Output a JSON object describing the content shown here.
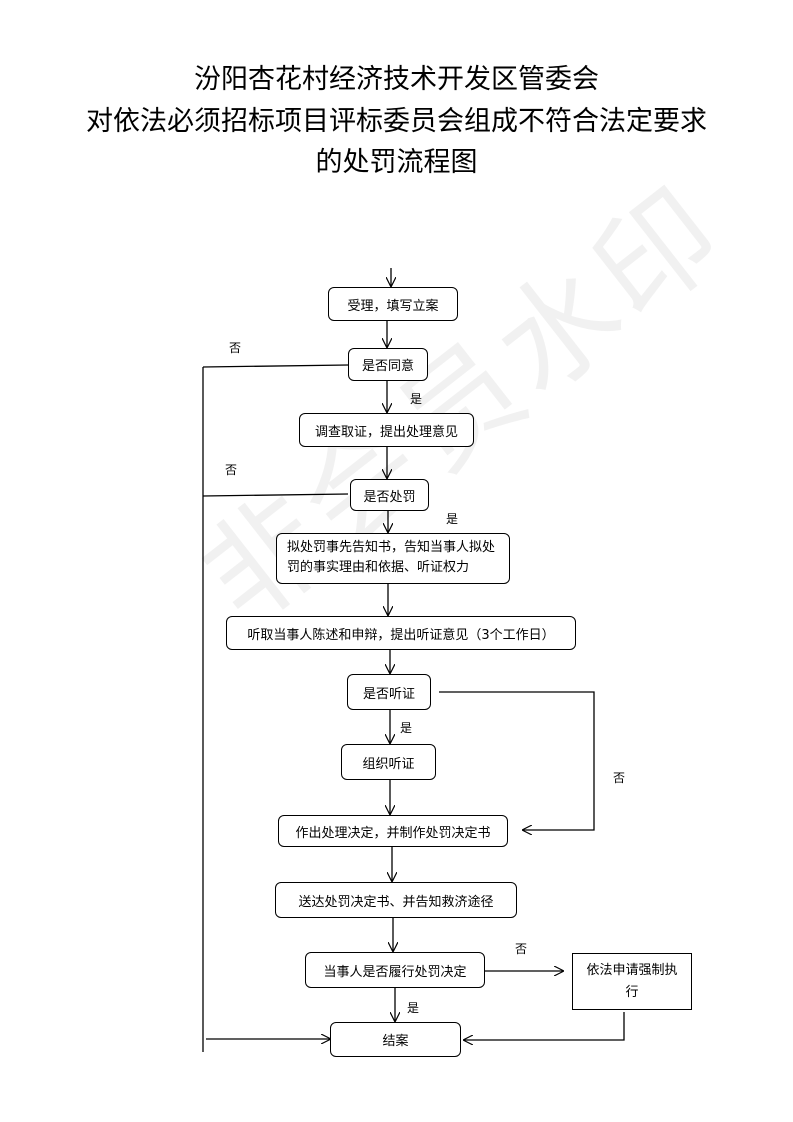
{
  "title": {
    "line1": "汾阳杏花村经济技术开发区管委会",
    "line2": "对依法必须招标项目评标委员会组成不符合法定要求",
    "line3": "的处罚流程图"
  },
  "watermark": "非会员水印",
  "nodes": {
    "accept": "受理，填写立案",
    "agree": "是否同意",
    "investigate": "调查取证，提出处理意见",
    "punish": "是否处罚",
    "notice": "拟处罚事先告知书，告知当事人拟处罚的事实理由和依据、听证权力",
    "statement": "听取当事人陈述和申辩，提出听证意见（3个工作日）",
    "hearing_q": "是否听证",
    "hearing": "组织听证",
    "decision": "作出处理决定，并制作处罚决定书",
    "deliver": "送达处罚决定书、并告知救济途径",
    "comply": "当事人是否履行处罚决定",
    "enforce": "依法申请强制执行",
    "close": "结案"
  },
  "labels": {
    "no_agree": "否",
    "yes_agree": "是",
    "no_punish": "否",
    "yes_punish": "是",
    "yes_hearing": "是",
    "no_hearing": "否",
    "no_comply": "否",
    "yes_comply": "是"
  }
}
